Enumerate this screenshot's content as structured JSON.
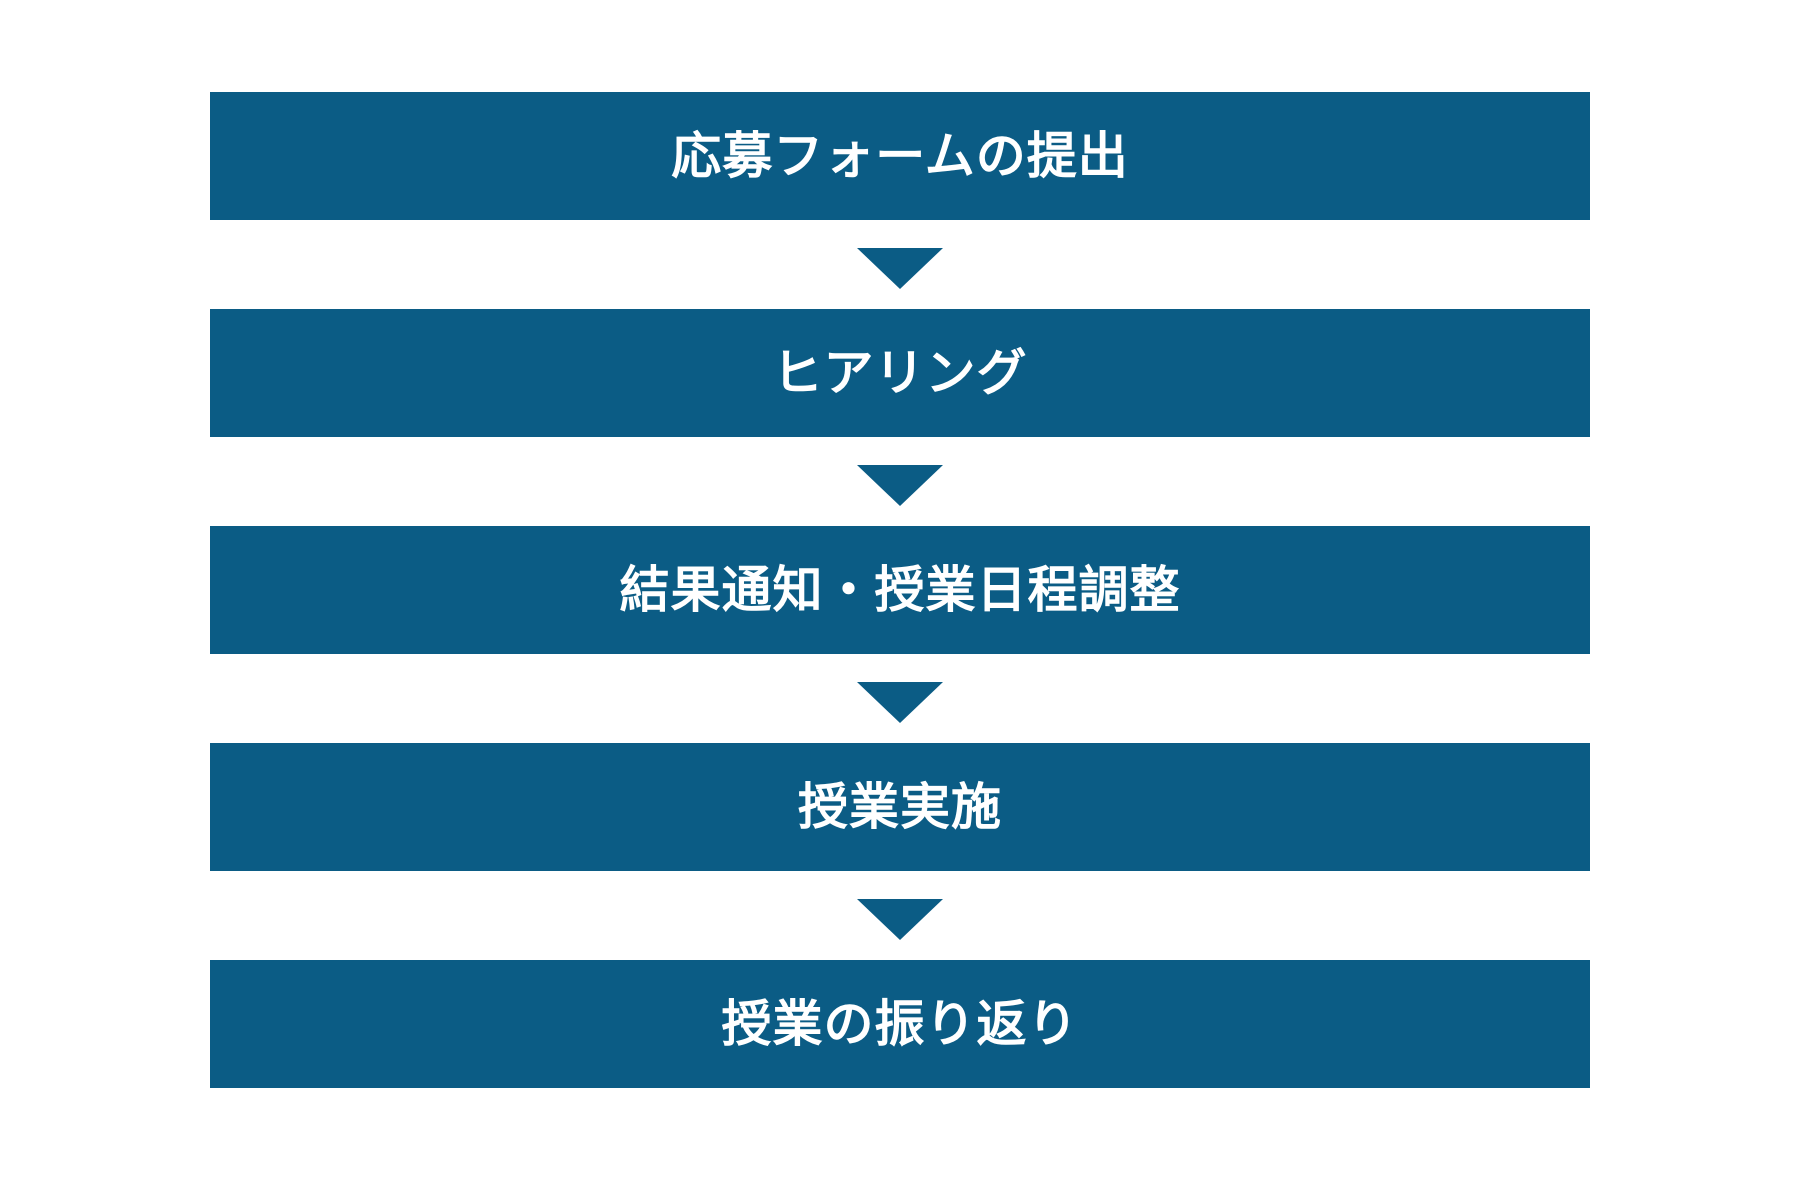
{
  "colors": {
    "accent": "#0b5c85",
    "text": "#ffffff",
    "background": "#ffffff"
  },
  "flow": {
    "title": "",
    "arrow_icon": "down-triangle-icon",
    "steps": [
      {
        "label": "応募フォームの提出"
      },
      {
        "label": "ヒアリング"
      },
      {
        "label": "結果通知・授業日程調整"
      },
      {
        "label": "授業実施"
      },
      {
        "label": "授業の振り返り"
      }
    ]
  }
}
